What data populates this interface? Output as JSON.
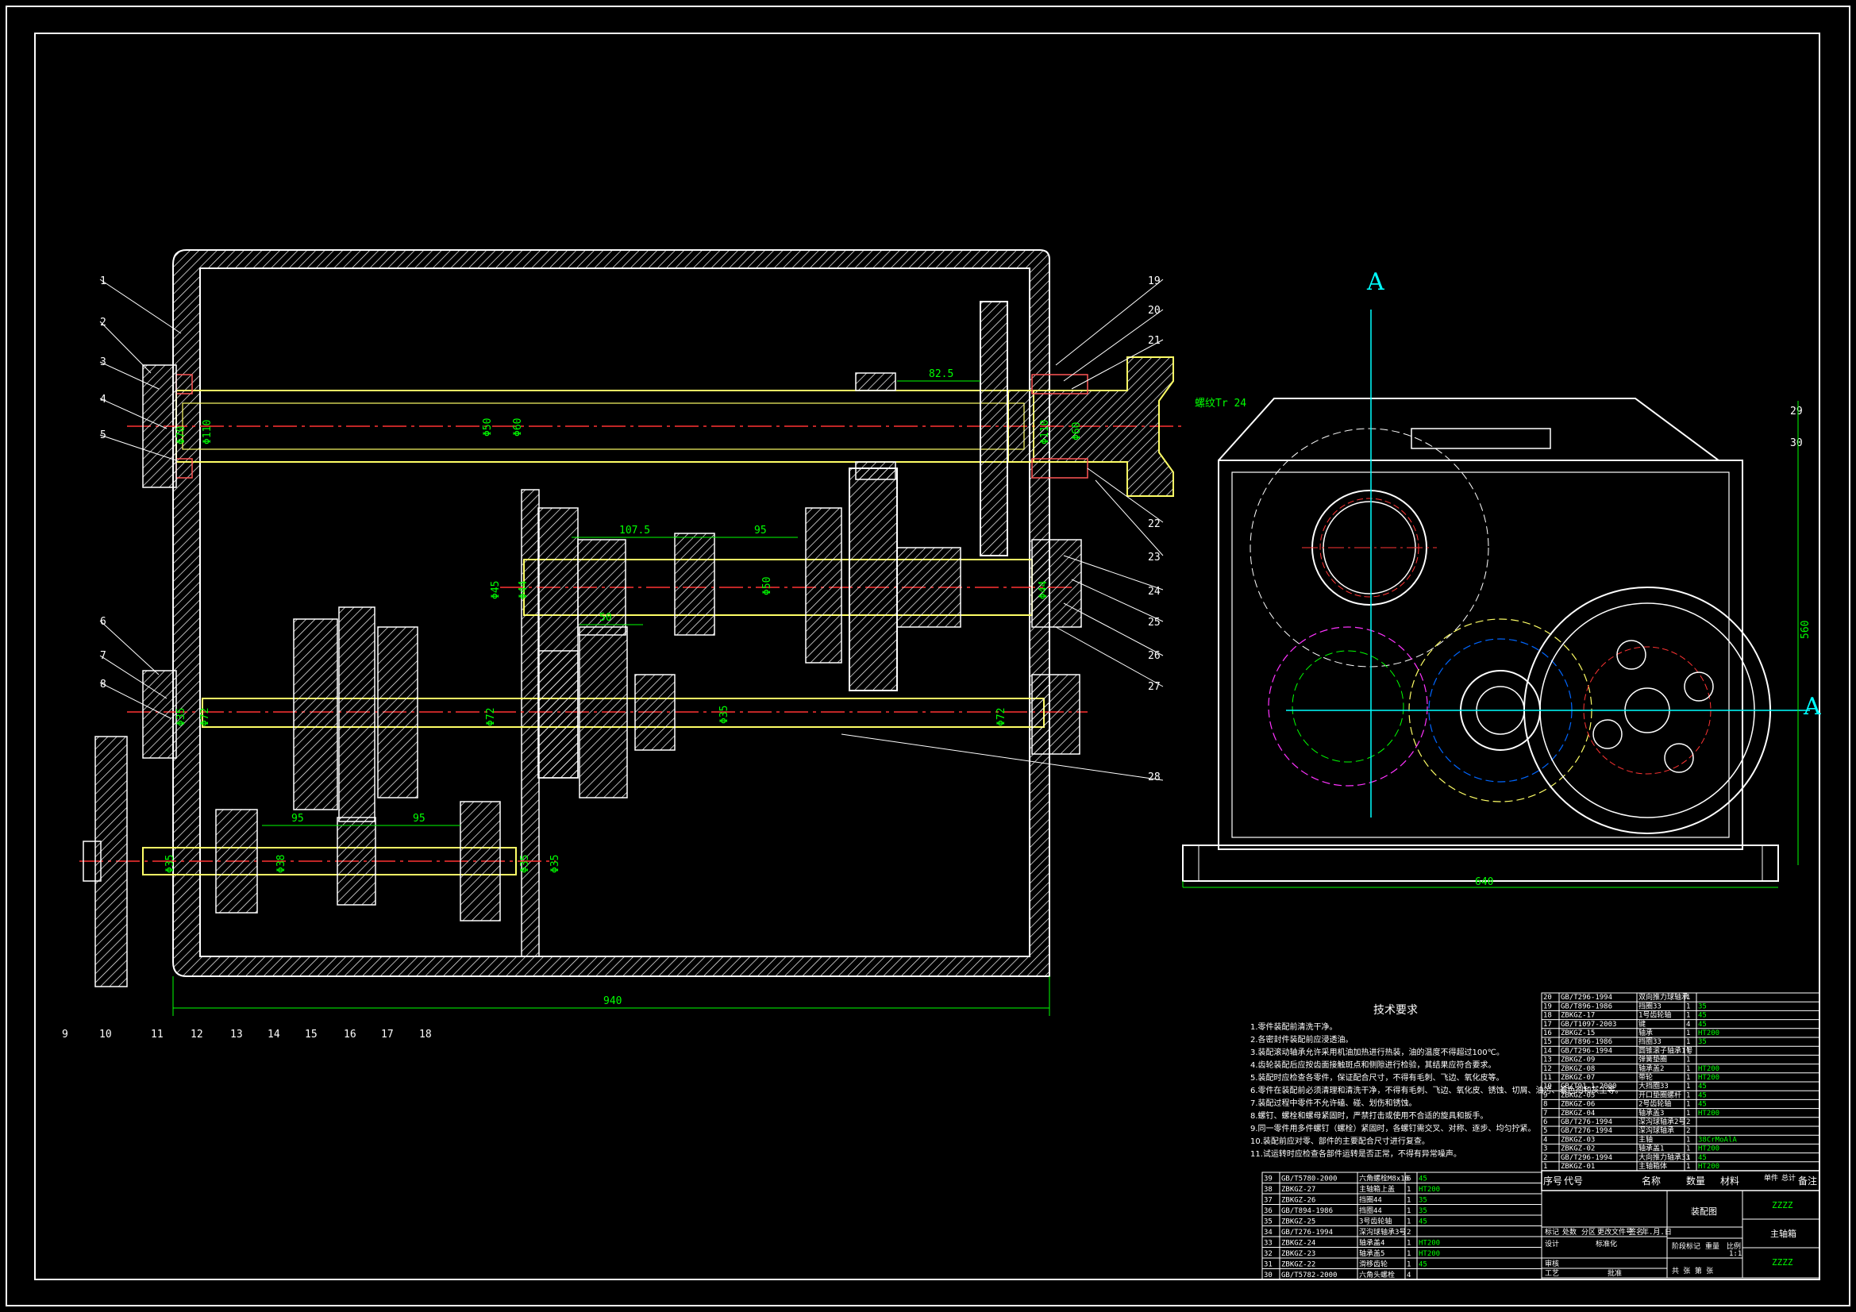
{
  "section_marks": {
    "a_top": "A",
    "a_right": "A"
  },
  "technical_requirements": {
    "title": "技术要求",
    "notes": [
      "1.零件装配前清洗干净。",
      "2.各密封件装配前应浸透油。",
      "3.装配滚动轴承允许采用机油加热进行热装，油的温度不得超过100℃。",
      "4.齿轮装配后应按齿面接触斑点和侧隙进行检验，其结果应符合要求。",
      "5.装配时应检查各零件，保证配合尺寸，不得有毛刺、飞边、氧化皮等。",
      "6.零件在装配前必须清理和清洗干净，不得有毛刺、飞边、氧化皮、锈蚀、切屑、油污、着色剂和灰尘等。",
      "7.装配过程中零件不允许磕、碰、划伤和锈蚀。",
      "8.螺钉、螺栓和螺母紧固时，严禁打击或使用不合适的旋具和扳手。",
      "9.同一零件用多件螺钉（螺栓）紧固时，各螺钉需交叉、对称、逐步、均匀拧紧。",
      "10.装配前应对零、部件的主要配合尺寸进行复查。",
      "11.试运转时应检查各部件运转是否正常，不得有异常噪声。"
    ]
  },
  "bom_main": {
    "header": [
      "序号",
      "代号",
      "名称",
      "数量",
      "材料",
      "单件",
      "总计",
      "备注"
    ],
    "rows": [
      [
        "20",
        "GB/T296-1994",
        "双向推力球轴承",
        "1",
        ""
      ],
      [
        "19",
        "GB/T896-1986",
        "挡圈33",
        "1",
        "35"
      ],
      [
        "18",
        "ZBKGZ-17",
        "1号齿轮轴",
        "1",
        "45"
      ],
      [
        "17",
        "GB/T1097-2003",
        "键",
        "4",
        "45"
      ],
      [
        "16",
        "ZBKGZ-15",
        "轴承",
        "1",
        "HT200"
      ],
      [
        "15",
        "GB/T896-1986",
        "挡圈33",
        "1",
        "35"
      ],
      [
        "14",
        "GB/T296-1994",
        "圆锥滚子轴承1号",
        "1",
        ""
      ],
      [
        "13",
        "ZBKGZ-09",
        "弹簧垫圈",
        "1",
        ""
      ],
      [
        "12",
        "ZBKGZ-08",
        "轴承盖2",
        "1",
        "HT200"
      ],
      [
        "11",
        "ZBKGZ-07",
        "带轮",
        "1",
        "HT200"
      ],
      [
        "10",
        "GB/T91.1-2000",
        "大挡圈33",
        "1",
        "45"
      ],
      [
        "9",
        "ZBKGZ-05",
        "开口垫圈螺杆",
        "1",
        "45"
      ],
      [
        "8",
        "ZBKGZ-06",
        "2号齿轮轴",
        "1",
        "45"
      ],
      [
        "7",
        "ZBKGZ-04",
        "轴承盖3",
        "1",
        "HT200"
      ],
      [
        "6",
        "GB/T276-1994",
        "深沟球轴承2号",
        "2",
        ""
      ],
      [
        "5",
        "GB/T276-1994",
        "深沟球轴承",
        "2",
        ""
      ],
      [
        "4",
        "ZBKGZ-03",
        "主轴",
        "1",
        "38CrMoAlA"
      ],
      [
        "3",
        "ZBKGZ-02",
        "轴承盖1",
        "1",
        "HT200"
      ],
      [
        "2",
        "GB/T296-1994",
        "大向推力轴承33",
        "1",
        "45"
      ],
      [
        "1",
        "ZBKGZ-01",
        "主轴箱体",
        "1",
        "HT200"
      ]
    ]
  },
  "bom_left": {
    "rows": [
      [
        "39",
        "GB/T5780-2000",
        "六角螺栓M8x16",
        "6",
        "45"
      ],
      [
        "38",
        "ZBKGZ-27",
        "主轴箱上盖",
        "1",
        "HT200"
      ],
      [
        "37",
        "ZBKGZ-26",
        "挡圈44",
        "1",
        "35"
      ],
      [
        "36",
        "GB/T894-1986",
        "挡圈44",
        "1",
        "35"
      ],
      [
        "35",
        "ZBKGZ-25",
        "3号齿轮轴",
        "1",
        "45"
      ],
      [
        "34",
        "GB/T276-1994",
        "深沟球轴承3号",
        "2",
        ""
      ],
      [
        "33",
        "ZBKGZ-24",
        "轴承盖4",
        "1",
        "HT200"
      ],
      [
        "32",
        "ZBKGZ-23",
        "轴承盖5",
        "1",
        "HT200"
      ],
      [
        "31",
        "ZBKGZ-22",
        "滑移齿轮",
        "1",
        "45"
      ],
      [
        "30",
        "GB/T5782-2000",
        "六角头螺栓",
        "4",
        ""
      ]
    ]
  },
  "title_block": {
    "assembly": "装配图",
    "drawing_name": "主轴箱",
    "code": "ZZZZ",
    "code2": "ZZZZ",
    "scale_label": "比例",
    "scale": "1:1",
    "weight_label": "重量",
    "stage_label": "阶段标记",
    "sheet": "共 张 第 张",
    "rows": [
      "标记",
      "处数",
      "分区",
      "更改文件号",
      "签名",
      "年.月.日"
    ],
    "roles": [
      "设计",
      "审核",
      "工艺",
      "批准"
    ],
    "std": "标准化"
  },
  "dimensions": {
    "main_shaft_d1": "Φ70",
    "main_shaft_d2": "Φ110",
    "main_shaft_d3": "Φ50",
    "main_shaft_d4": "Φ60",
    "main_shaft_d5": "Φ110",
    "main_shaft_d6": "Φ60",
    "span_82": "82.5",
    "thread": "螺纹Tr 24",
    "s2_107": "107.5",
    "s2_95": "95",
    "s2_50": "50",
    "s2_d1": "Φ45",
    "s2_d2": "Φ44",
    "s2_d3": "Φ50",
    "s2_d4": "Φ44",
    "s3_d1": "Φ35",
    "s3_d2": "Φ72",
    "s3_d3": "Φ72",
    "s3_d4": "Φ35",
    "s3_d5": "Φ72",
    "s4_95a": "95",
    "s4_95b": "95",
    "s4_d1": "Φ35",
    "s4_d2": "Φ38",
    "s4_d3": "Φ35",
    "s4_d4": "Φ35",
    "width_940": "940",
    "width_640": "640",
    "height_560": "560"
  },
  "balloons": [
    "1",
    "2",
    "3",
    "4",
    "5",
    "6",
    "7",
    "8",
    "9",
    "10",
    "11",
    "12",
    "13",
    "14",
    "15",
    "16",
    "17",
    "18",
    "19",
    "20",
    "21",
    "22",
    "23",
    "24",
    "25",
    "26",
    "27",
    "28",
    "29",
    "30"
  ]
}
